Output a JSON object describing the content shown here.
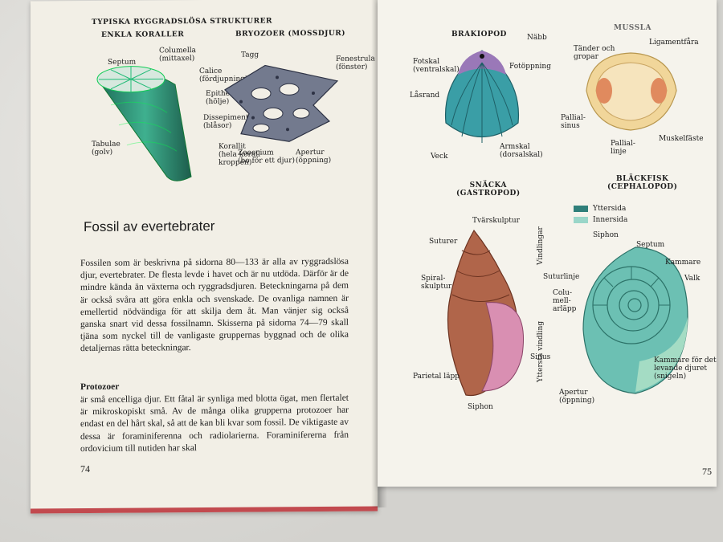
{
  "left_page": {
    "header": "TYPISKA RYGGRADSLÖSA STRUKTURER",
    "coral": {
      "heading": "ENKLA KORALLER",
      "labels": {
        "columella": "Columella\n(mittaxel)",
        "septum": "Septum",
        "calice": "Calice\n(fördjupning)",
        "epitheca": "Epitheca\n(hölje)",
        "dissepiment": "Dissepiment\n(blåsor)",
        "tabulae": "Tabulae\n(golv)",
        "korallit": "Korallit\n(hela korall-\nkroppen)"
      }
    },
    "bryozoa": {
      "heading": "BRYOZOER (MOSSDJUR)",
      "labels": {
        "tagg": "Tagg",
        "fenestrula": "Fenestrula\n(fönster)",
        "zooecium": "Zooecium\n(bo för ett djur)",
        "apertur": "Apertur\n(öppning)"
      }
    },
    "title": "Fossil av evertebrater",
    "paragraph1": "Fossilen som är beskrivna på sidorna 80—133 är alla av ryggradslösa djur, evertebrater. De flesta levde i havet och är nu utdöda. Därför är de mindre kända än växterna och ryggradsdjuren. Beteckningarna på dem är också svåra att göra enkla och svenskade. De ovanliga namnen är emellertid nödvändiga för att skilja dem åt. Man vänjer sig också ganska snart vid dessa fossilnamn. Skisserna på sidorna 74—79 skall tjäna som nyckel till de vanligaste gruppernas byggnad och de olika detaljernas rätta beteckningar.",
    "subheading": "Protozoer",
    "paragraph2": "är små encelliga djur. Ett fåtal är synliga med blotta ögat, men flertalet är mikroskopiskt små. Av de många olika grupperna protozoer har endast en del hårt skal, så att de kan bli kvar som fossil. De viktigaste av dessa är foraminiferenna och radiolarierna. Foraminifererna från ordovicium till nutiden har skal",
    "page_number": "74"
  },
  "right_page": {
    "brachiopod": {
      "heading": "BRAKIOPOD",
      "labels": {
        "nabb": "Näbb",
        "fotskal": "Fotskal\n(ventralskal)",
        "fotoppning": "Fotöppning",
        "lasrand": "Låsrand",
        "veck": "Veck",
        "armskal": "Armskal\n(dorsalskal)"
      }
    },
    "bivalve": {
      "heading": "MUSSLA",
      "labels": {
        "ligament": "Ligamentfåra",
        "tander": "Tänder och\ngropar",
        "pallialsinus": "Pallial-\nsinus",
        "pallialinje": "Pallial-\nlinje",
        "muskelfaste": "Muskelfäste"
      }
    },
    "gastropod": {
      "heading": "SNÄCKA\n(GASTROPOD)",
      "labels": {
        "tvarskulptur": "Tvärskulptur",
        "suturer": "Suturer",
        "spiralskulptur": "Spiral-\nskulptur",
        "suturlinje": "Suturlinje",
        "columellarlapp": "Colu-\nmell-\narläpp",
        "sinus": "Sinus",
        "parietal": "Parietal läpp",
        "siphon": "Siphon",
        "apertur": "Apertur\n(öppning)",
        "vindlingar": "Vindlingar",
        "yttersta": "Yttersta vindling"
      }
    },
    "cephalopod": {
      "heading": "BLÄCKFISK\n(CEPHALOPOD)",
      "legend": [
        "Yttersida",
        "Innersida"
      ],
      "labels": {
        "siphon": "Siphon",
        "septum": "Septum",
        "kammare": "Kammare",
        "valk": "Valk",
        "kammare_levande": "Kammare för det\nlevande djuret\n(snigeln)"
      }
    },
    "page_number": "75"
  },
  "colors": {
    "page": "#f2efe6",
    "coral_green": "#2f8f74",
    "bryozoa_gray": "#6e7588",
    "brachiopod_teal": "#3a9ea6",
    "bivalve_cream": "#f1d69a",
    "gastropod_brown": "#b0654a",
    "gastropod_pink": "#d98fb2",
    "cephalopod_teal": "#6cc0b3",
    "book_edge_red": "#c24a4f"
  }
}
